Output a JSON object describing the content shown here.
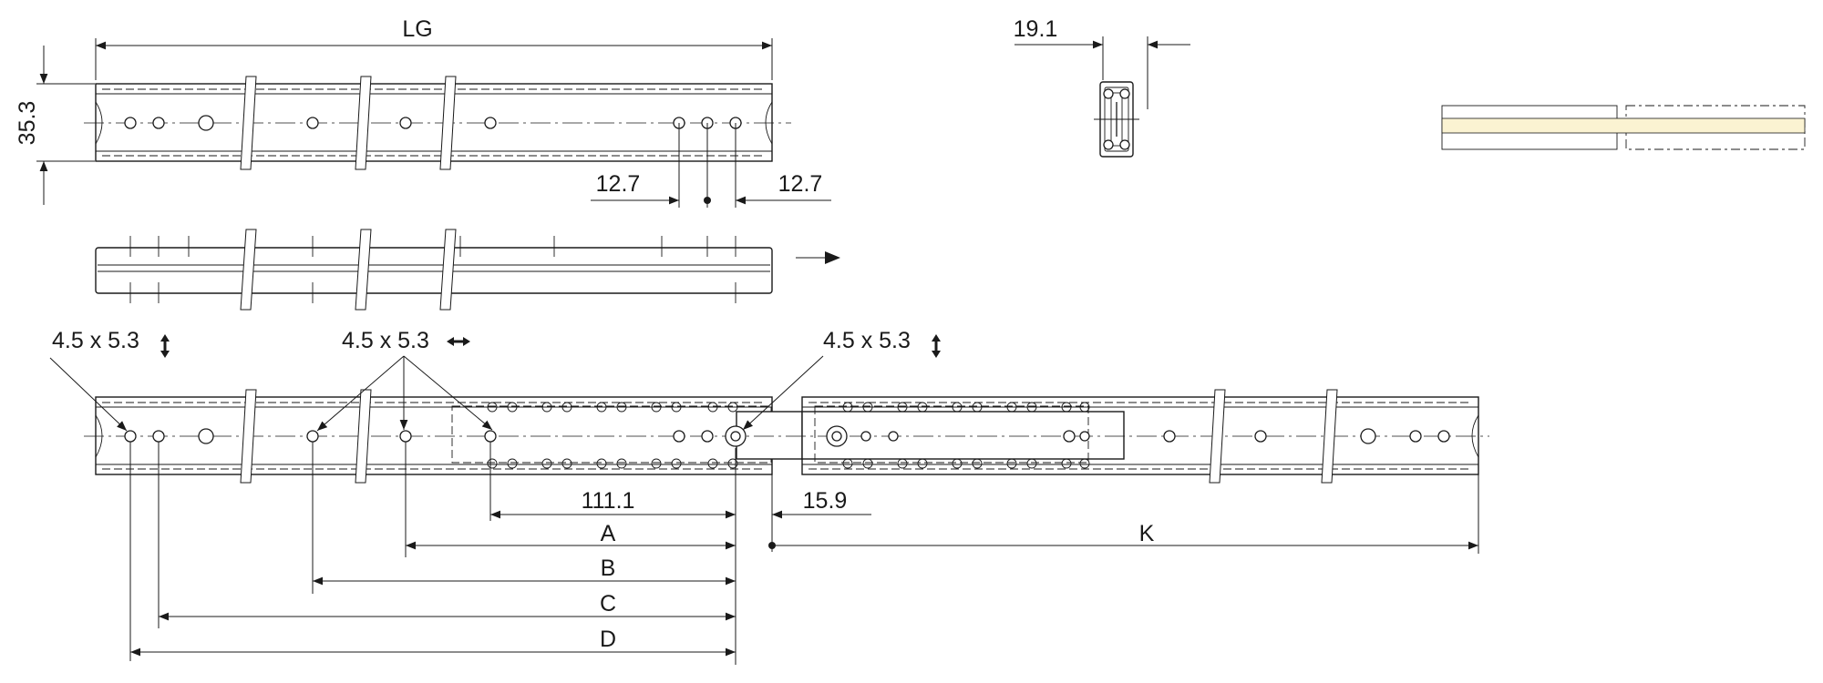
{
  "top_view": {
    "length_label": "LG",
    "height_label": "35.3",
    "left_offset_label": "12.7",
    "right_offset_label": "12.7"
  },
  "cross_section": {
    "width_label": "19.1"
  },
  "extended_view": {
    "hole_left_label": "4.5 x 5.3",
    "hole_middle_label": "4.5 x 5.3",
    "hole_right_label": "4.5 x 5.3",
    "pitch_label": "111.1",
    "gap_label": "15.9",
    "dim_a_label": "A",
    "dim_b_label": "B",
    "dim_c_label": "C",
    "dim_d_label": "D",
    "dim_k_label": "K"
  },
  "colors": {
    "line": "#1a1a1a",
    "swatch_fill": "#fbf3d2"
  }
}
